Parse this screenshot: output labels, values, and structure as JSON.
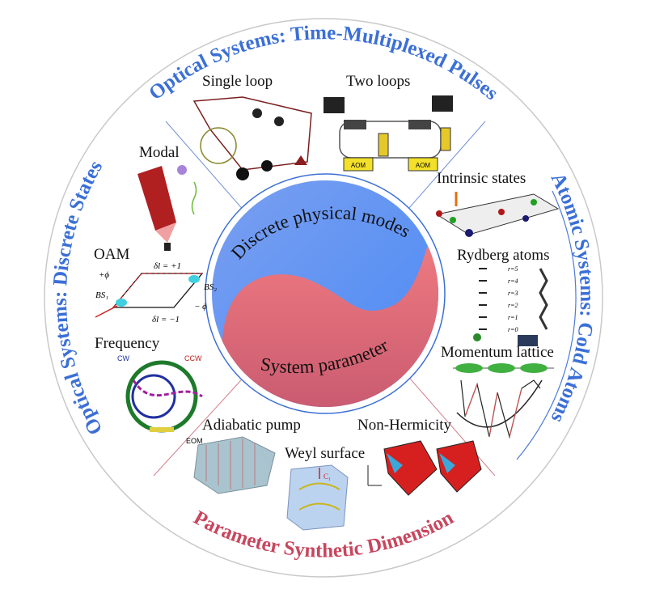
{
  "colors": {
    "blue": "#3b6fd6",
    "pink": "#c8465e",
    "yin_blue": "#5a8ef0",
    "yang_pink": "#e07a86"
  },
  "ring_titles": {
    "top": "Optical Systems: Time-Multiplexed Pulses",
    "left": "Optical Systems: Discrete States",
    "right": "Atomic Systems: Cold Atoms",
    "bottom": "Parameter Synthetic Dimension"
  },
  "core": {
    "upper": "Discrete physical modes",
    "lower": "System parameter"
  },
  "panels": {
    "single_loop": "Single loop",
    "two_loops": "Two loops",
    "modal": "Modal",
    "oam": "OAM",
    "frequency": "Frequency",
    "intrinsic_states": "Intrinsic states",
    "rydberg_atoms": "Rydberg atoms",
    "momentum_lattice": "Momentum lattice",
    "adiabatic_pump": "Adiabatic pump",
    "weyl_surface": "Weyl surface",
    "non_hermicity": "Non-Hermicity"
  },
  "figure_labels": {
    "aom1": "AOM",
    "aom2": "AOM",
    "oam_top": "δl = +1",
    "oam_bottom": "δl = −1",
    "bs1": "BS₁",
    "bs2": "BS₂",
    "plus_phi": "+ϕ",
    "minus_phi": "− ϕ",
    "cw": "CW",
    "ccw": "CCW",
    "eom": "EOM",
    "rydberg_levels": [
      "r=5",
      "r=4",
      "r=3",
      "r=2",
      "r=1",
      "r=0"
    ],
    "weyl_c": "C₁"
  }
}
